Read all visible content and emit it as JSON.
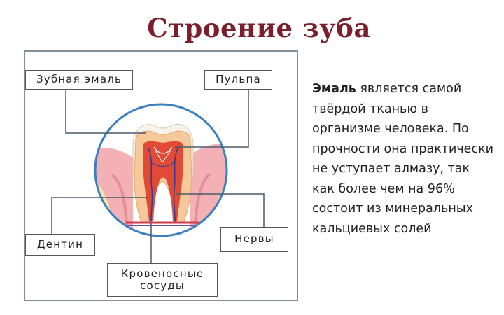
{
  "title": "Строение зуба",
  "labels": {
    "enamel": "Зубная эмаль",
    "pulp": "Пульпа",
    "dentin": "Дентин",
    "nerves": "Нервы",
    "vessels_line1": "Кровеносные",
    "vessels_line2": "сосуды"
  },
  "description": {
    "highlight": "Эмаль",
    "text": " является самой твёрдой тканью в организме человека. По прочности она практически не уступает алмазу, так как более чем на 96% состоит из минеральных кальциевых солей"
  },
  "colors": {
    "title": "#7a1f2b",
    "enamel": "#f7f2ea",
    "dentin": "#f6c99a",
    "pulp": "#e24a36",
    "gum": "#f3b0b5",
    "bone": "#f7e7a2",
    "circle_border": "#3a7fc0"
  }
}
